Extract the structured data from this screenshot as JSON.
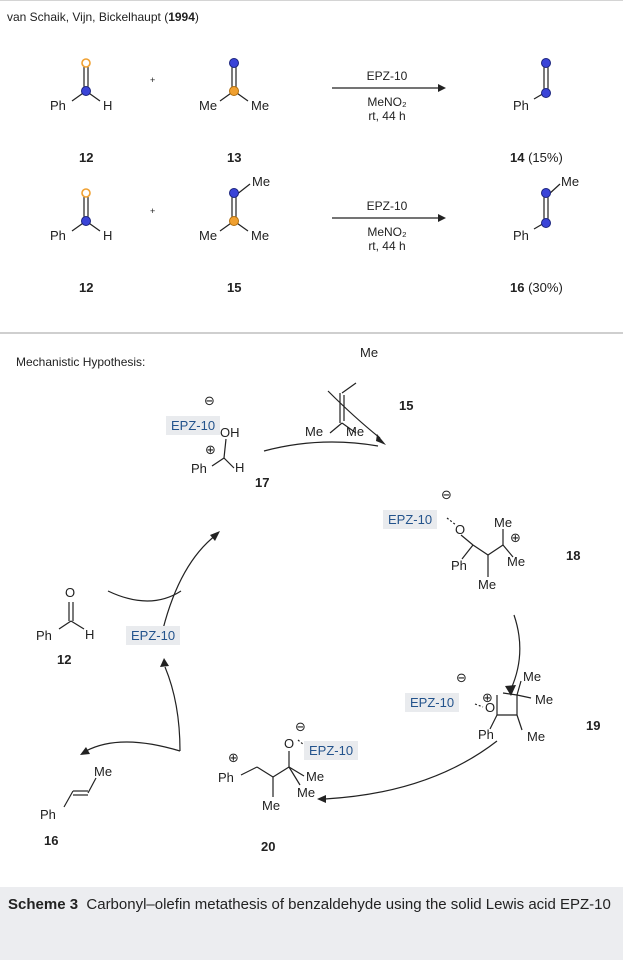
{
  "citation": {
    "authors": "van Schaik, Vijn, Bickelhaupt (",
    "year": "1994",
    "close": ")"
  },
  "reaction1": {
    "reactant1": {
      "left": "Ph",
      "right": "H",
      "label": "12"
    },
    "plus": "+",
    "reactant2": {
      "left": "Me",
      "right": "Me",
      "label": "13"
    },
    "catalyst": "EPZ-10",
    "solvent": "MeNO₂",
    "conditions": "rt, 44 h",
    "product": {
      "group": "Ph",
      "label": "14",
      "yield": "(15%)"
    }
  },
  "reaction2": {
    "reactant1": {
      "left": "Ph",
      "right": "H",
      "label": "12"
    },
    "plus": "+",
    "reactant2": {
      "top": "Me",
      "left": "Me",
      "right": "Me",
      "label": "15"
    },
    "catalyst": "EPZ-10",
    "solvent": "MeNO₂",
    "conditions": "rt, 44 h",
    "product": {
      "top": "Me",
      "group": "Ph",
      "label": "16",
      "yield": "(30%)"
    }
  },
  "mechanism": {
    "title": "Mechanistic Hypothesis:",
    "epz": "EPZ-10",
    "minus": "⊖",
    "plus": "⊕",
    "c15": {
      "top": "Me",
      "left": "Me",
      "right": "Me",
      "label": "15"
    },
    "c17": {
      "oh": "OH",
      "ph": "Ph",
      "h": "H",
      "label": "17"
    },
    "c18": {
      "o": "O",
      "ph": "Ph",
      "me_bottom": "Me",
      "me_top": "Me",
      "me_right": "Me",
      "label": "18"
    },
    "c19": {
      "o": "O",
      "ph": "Ph",
      "me1": "Me",
      "me2": "Me",
      "me3": "Me",
      "label": "19"
    },
    "c20": {
      "o": "O",
      "ph": "Ph",
      "me_bottom": "Me",
      "me1": "Me",
      "me2": "Me",
      "label": "20"
    },
    "c12": {
      "o": "O",
      "ph": "Ph",
      "h": "H",
      "label": "12"
    },
    "c16": {
      "me": "Me",
      "ph": "Ph",
      "label": "16"
    }
  },
  "caption": {
    "scheme": "Scheme 3",
    "text": "Carbonyl–olefin metathesis of benzaldehyde using the solid Lewis acid EPZ-10"
  },
  "colors": {
    "oxygen_atom": "#f0a030",
    "carbon_atom": "#3a44d8",
    "epz_text": "#23538c",
    "epz_bg": "#e9ebee",
    "caption_bg": "#ecedf0"
  }
}
